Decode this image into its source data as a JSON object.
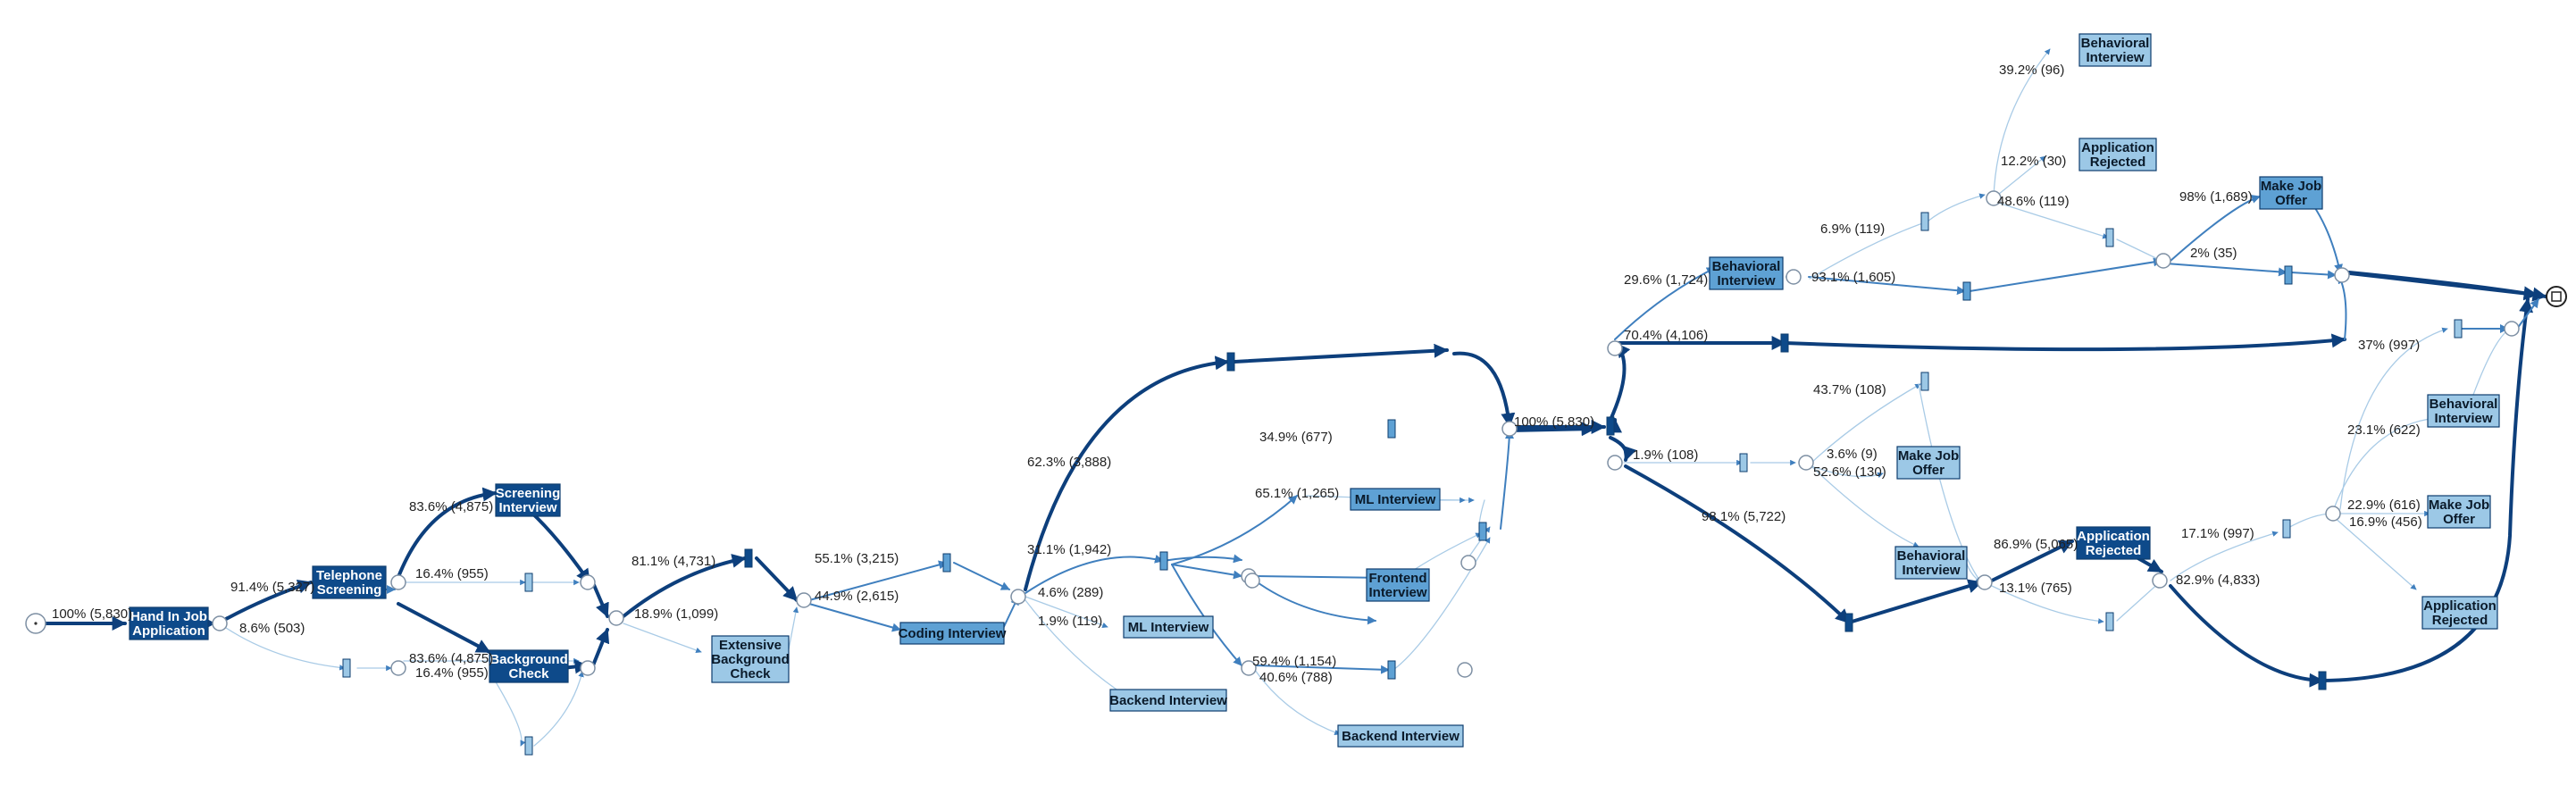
{
  "labels": {
    "L_start": "100% (5,830)",
    "L_tel": "91.4% (5,327)",
    "L_skip": "8.6% (503)",
    "L_scr": "83.6% (4,875)",
    "L_s1": "16.4% (955)",
    "L_bg": "83.6% (4,875)",
    "L_s2": "16.4% (955)",
    "L_p1a": "81.1% (4,731)",
    "L_p1b": "18.9% (1,099)",
    "L_p2a": "55.1% (3,215)",
    "L_p2b": "44.9% (2,615)",
    "L_c1": "62.3% (3,888)",
    "L_c2": "31.1% (1,942)",
    "L_c3": "4.6% (289)",
    "L_c4": "1.9% (119)",
    "L_m1": "34.9% (677)",
    "L_m2": "65.1% (1,265)",
    "L_b1": "59.4% (1,154)",
    "L_b2": "40.6% (788)",
    "L_100": "100% (5,830)",
    "L_bi": "29.6% (1,724)",
    "L_sk": "70.4% (4,106)",
    "L_r1": "1.9% (108)",
    "L_rm": "98.1% (5,722)",
    "L_bo": "93.1% (1,605)",
    "L_bs": "6.9% (119)",
    "L_bt1": "39.2% (96)",
    "L_bt2": "12.2% (30)",
    "L_bt3": "48.6% (119)",
    "L_mo1": "98% (1,689)",
    "L_mo2": "2% (35)",
    "L_r2": "43.7% (108)",
    "L_r3": "3.6% (9)",
    "L_r4": "52.6% (130)",
    "L_ar1": "86.9% (5,065)",
    "L_ar2": "13.1% (765)",
    "L_f1": "17.1% (997)",
    "L_f2": "82.9% (4,833)",
    "L_f3": "37% (997)",
    "L_f4": "23.1% (622)",
    "L_f5": "22.9% (616)",
    "L_f6": "16.9% (456)"
  },
  "tasks": {
    "hand_in": [
      "Hand In Job",
      "Application"
    ],
    "telephone": [
      "Telephone",
      "Screening"
    ],
    "screening_iv": [
      "Screening",
      "Interview"
    ],
    "bg_check": [
      "Background",
      "Check"
    ],
    "ext_bg": [
      "Extensive",
      "Background",
      "Check"
    ],
    "coding": [
      "Coding Interview"
    ],
    "ml1": [
      "ML Interview"
    ],
    "ml2": [
      "ML Interview"
    ],
    "frontend": [
      "Frontend",
      "Interview"
    ],
    "backend1": [
      "Backend Interview"
    ],
    "backend2": [
      "Backend Interview"
    ],
    "behav1": [
      "Behavioral",
      "Interview"
    ],
    "behav_top": [
      "Behavioral",
      "Interview"
    ],
    "app_rej_top": [
      "Application",
      "Rejected"
    ],
    "offer_top": [
      "Make Job",
      "Offer"
    ],
    "offer_mid": [
      "Make Job",
      "Offer"
    ],
    "behav_mid": [
      "Behavioral",
      "Interview"
    ],
    "app_rej_main": [
      "Application",
      "Rejected"
    ],
    "behav_right": [
      "Behavioral",
      "Interview"
    ],
    "offer_right": [
      "Make Job",
      "Offer"
    ],
    "app_rej_right": [
      "Application",
      "Rejected"
    ]
  },
  "colors": {
    "dark": "#0e4a8a",
    "medium": "#5ea1d4",
    "light": "#9cc8e6",
    "edge_dark": "#0d3f7c",
    "edge_mid": "#3f7fbe",
    "edge_light": "#a9cbe6"
  }
}
